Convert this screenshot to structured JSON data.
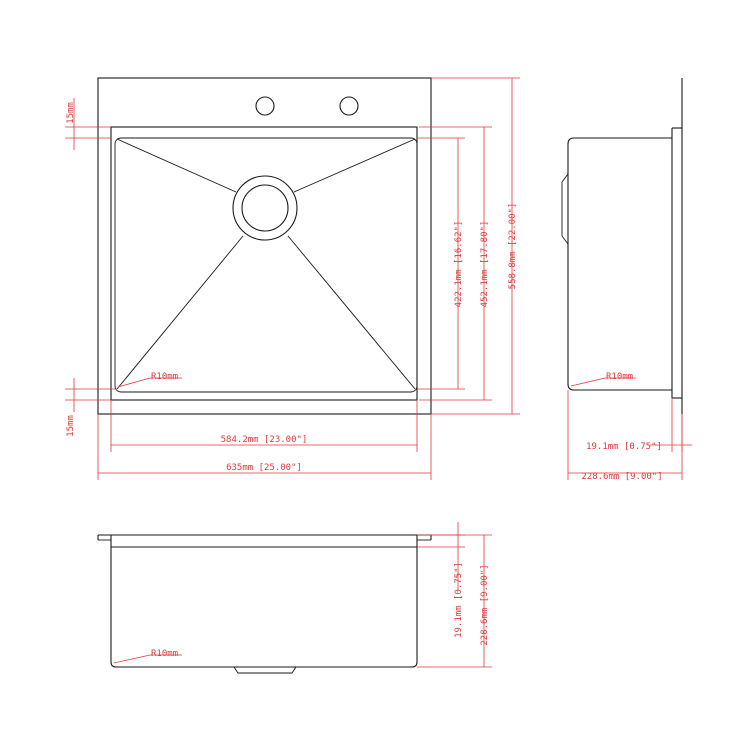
{
  "colors": {
    "outline": "#1a1a1a",
    "dimension": "#e0393d",
    "background": "#ffffff"
  },
  "top_view": {
    "overall_width": "635mm [25.00\"]",
    "bowl_width": "584.2mm [23.00\"]",
    "overall_depth": "558.8mm [22.00\"]",
    "flange_depth": "452.1mm [17.80\"]",
    "bowl_depth": "422.1mm [16.62\"]",
    "top_margin": "15mm",
    "bottom_margin": "15mm",
    "corner_radius": "R10mm"
  },
  "side_view": {
    "flange_thickness": "19.1mm [0.75\"]",
    "bowl_height": "228.6mm [9.00\"]",
    "corner_radius": "R10mm"
  },
  "front_view": {
    "flange_thickness": "19.1mm [0.75\"]",
    "bowl_height": "228.6mm [9.00\"]",
    "corner_radius": "R10mm"
  }
}
